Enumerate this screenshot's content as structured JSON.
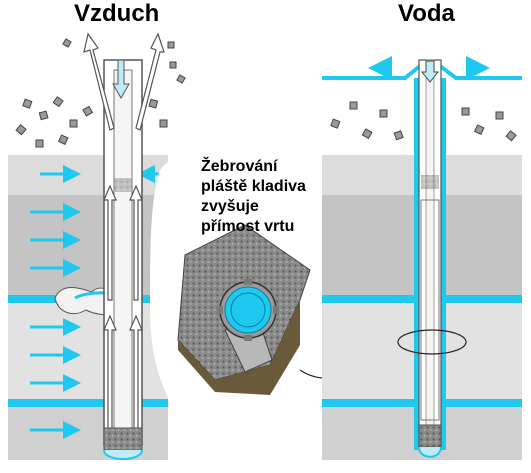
{
  "labels": {
    "air_title": "Vzduch",
    "water_title": "Voda",
    "note_lines": [
      "Žebrování",
      "pláště kladiva",
      "zvyšuje",
      "přímost vrtu"
    ]
  },
  "colors": {
    "water_blue": "#1ec8ee",
    "strata_light": "#dcdcdc",
    "strata_dark": "#bfbfbf",
    "rock_brown": "#6b5a3a"
  }
}
